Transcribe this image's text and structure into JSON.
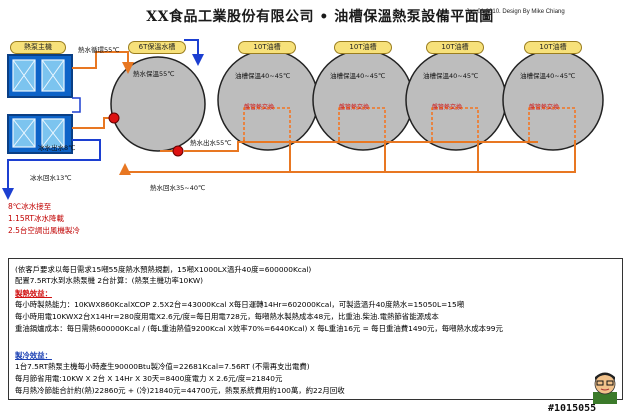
{
  "header": {
    "title": "XX食品工業股份有限公司 • 油槽保溫熱泵設備平面圖",
    "credit": "Jan.01.2010.  Design By Mike Chiang"
  },
  "diagram": {
    "heat_pump_tag": "熱泵主機",
    "tank6_tag": "6T保溫水槽",
    "oil_tank_tags": [
      "10T油槽",
      "10T油槽",
      "10T油槽",
      "10T油槽"
    ],
    "tank6_label": "熱水保溫55℃",
    "oil_tank_label": "油槽保溫40~45℃",
    "coil_label": "盤管熱交換",
    "hot_in_label": "熱水循環55℃",
    "cold_out_label": "冰水出水8℃",
    "cold_return_label": "冰水回水13℃",
    "hot_out_label": "熱水出水55℃",
    "hot_return_label": "熱水回水35~40℃",
    "colors": {
      "tank_fill": "#bdbdbd",
      "hot_pipe": "#e87722",
      "cold_pipe": "#1c3fd1",
      "tag_fill": "#f7e17a",
      "coil": "#ff6600"
    }
  },
  "notes": [
    "8℃冰水接至",
    "1.15RT冰水降載",
    "2.5台空調出風機製冷"
  ],
  "summary": {
    "line1": "(依客戶要求以每日需求15噸55度熱水預熱規劃，15噸X1000LX溫升40度=600000Kcal)",
    "line2": "配置7.5RT水到水熱泵機 2台計算：(熱泵主機功率10KW)",
    "heat_title": "製熱效益：",
    "heat1": "每小時製熱能力：10KWX860KcalXCOP 2.5X2台=43000Kcal X每日運轉14Hr=602000Kcal，可製造溫升40度熱水=15050L=15噸",
    "heat2": "每小時用電10KWX2台X14Hr=280度用電X2.6元/度=每日用電728元，每噸熱水製熱成本48元，比重油.柴油.電熱節省能源成本",
    "heat3": "重油鍋爐成本：每日需熱600000Kcal / (每L重油熱值9200Kcal X效率70%=6440Kcal) X 每L重油16元 = 每日重油費1490元，每噸熱水成本99元",
    "cool_title": "製冷效益：",
    "cool1": "1台7.5RT熱泵主機每小時產生90000Btu製冷值=22681Kcal=7.56RT (不需再支出電費)",
    "cool2": "每月節省用電:10KW X 2台 X 14Hr X 30天=8400度電力 X 2.6元/度=21840元",
    "cool3": "每月熱冷節能合計約(熱)22860元 + (冷)21840元=44700元，熱泵系統費用約100萬，約22月回收"
  },
  "watermark": "#1015055"
}
